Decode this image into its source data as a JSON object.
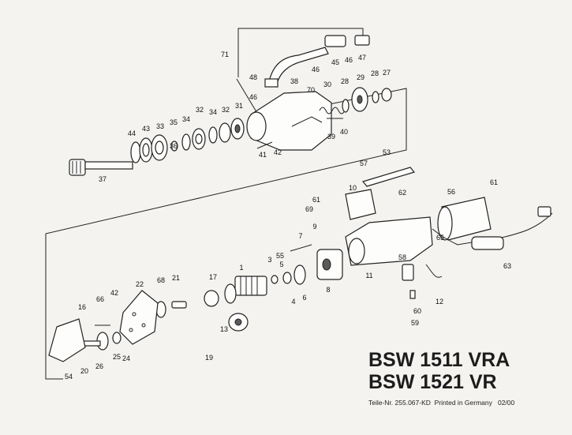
{
  "title": {
    "model_1": "BSW 1511 VRA",
    "model_2": "BSW 1521 VR"
  },
  "footer": {
    "part_number": "Teile-Nr. 255.067-KD",
    "printed": "Printed in Germany",
    "date": "02/00"
  },
  "callouts": {
    "c71": "71",
    "c45": "45",
    "c46a": "46",
    "c47": "47",
    "c46b": "46",
    "c48": "48",
    "c46c": "46",
    "c38": "38",
    "c70": "70",
    "c30": "30",
    "c28a": "28",
    "c29": "29",
    "c28b": "28",
    "c27": "27",
    "c32a": "32",
    "c32b": "32",
    "c31": "31",
    "c35": "35",
    "c34a": "34",
    "c34b": "34",
    "c33": "33",
    "c43": "43",
    "c44": "44",
    "c36": "36",
    "c39": "39",
    "c40": "40",
    "c41": "41",
    "c42a": "42",
    "c37": "37",
    "c53": "53",
    "c57": "57",
    "c62": "62",
    "c10": "10",
    "c61a": "61",
    "c69": "69",
    "c56": "56",
    "c61b": "61",
    "c65": "65",
    "c63": "63",
    "c7": "7",
    "c9": "9",
    "c55": "55",
    "c3": "3",
    "c5": "5",
    "c58": "58",
    "c11": "11",
    "c8": "8",
    "c4": "4",
    "c6": "6",
    "c1": "1",
    "c17": "17",
    "c21": "21",
    "c68": "68",
    "c22": "22",
    "c42b": "42",
    "c66": "66",
    "c16": "16",
    "c13": "13",
    "c19": "19",
    "c20": "20",
    "c26": "26",
    "c25": "25",
    "c24": "24",
    "c54": "54",
    "c60": "60",
    "c59": "59",
    "c12": "12"
  }
}
